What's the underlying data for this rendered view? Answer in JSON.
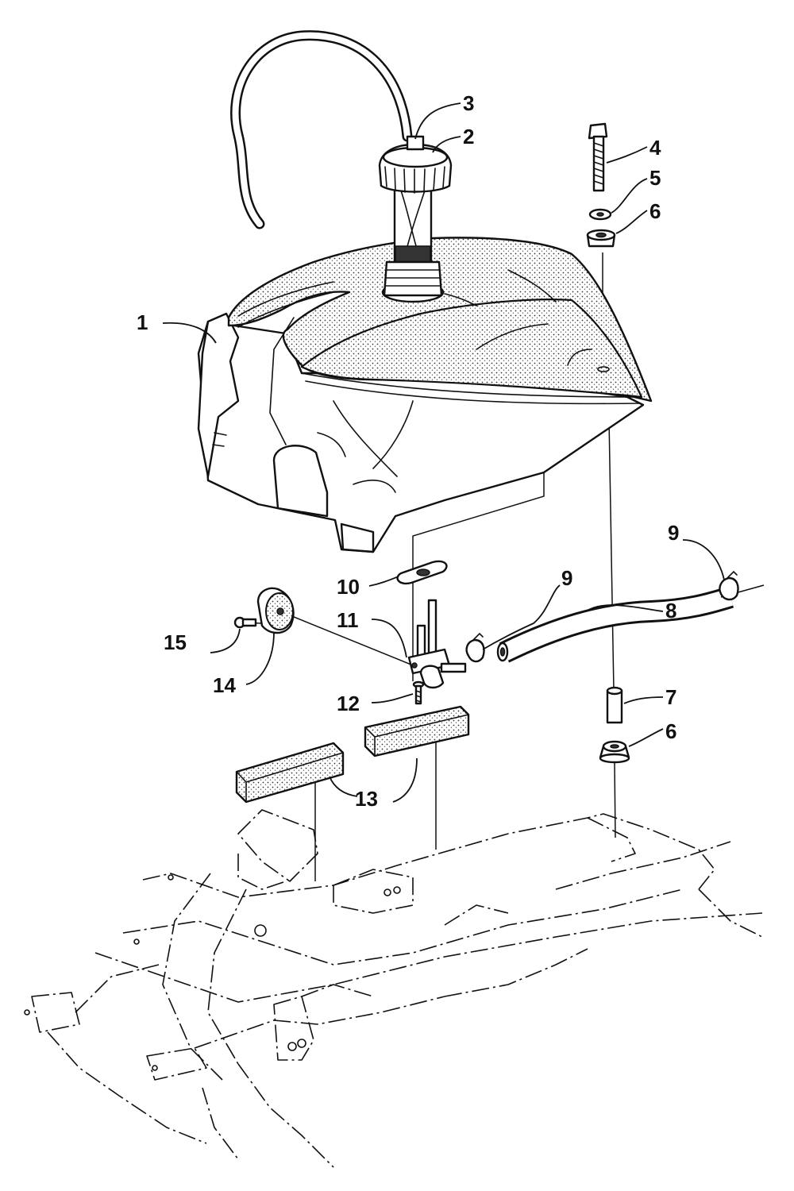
{
  "callouts": [
    {
      "id": "fuel-tank",
      "label": "1"
    },
    {
      "id": "fuel-cap",
      "label": "2"
    },
    {
      "id": "vent-hose",
      "label": "3"
    },
    {
      "id": "cap-screw",
      "label": "4"
    },
    {
      "id": "washer",
      "label": "5"
    },
    {
      "id": "grommet-upper",
      "label": "6"
    },
    {
      "id": "spacer",
      "label": "7"
    },
    {
      "id": "fuel-hose",
      "label": "8"
    },
    {
      "id": "hose-clamp-right",
      "label": "9"
    },
    {
      "id": "hose-clamp-left",
      "label": "9"
    },
    {
      "id": "gasket",
      "label": "10"
    },
    {
      "id": "fuel-valve",
      "label": "11"
    },
    {
      "id": "valve-screw",
      "label": "12"
    },
    {
      "id": "tank-pad",
      "label": "13"
    },
    {
      "id": "knob",
      "label": "14"
    },
    {
      "id": "knob-screw",
      "label": "15"
    },
    {
      "id": "grommet-lower",
      "label": "6"
    }
  ],
  "colors": {
    "line": "#111111",
    "background": "#ffffff",
    "shading": "#e4e4e4"
  }
}
